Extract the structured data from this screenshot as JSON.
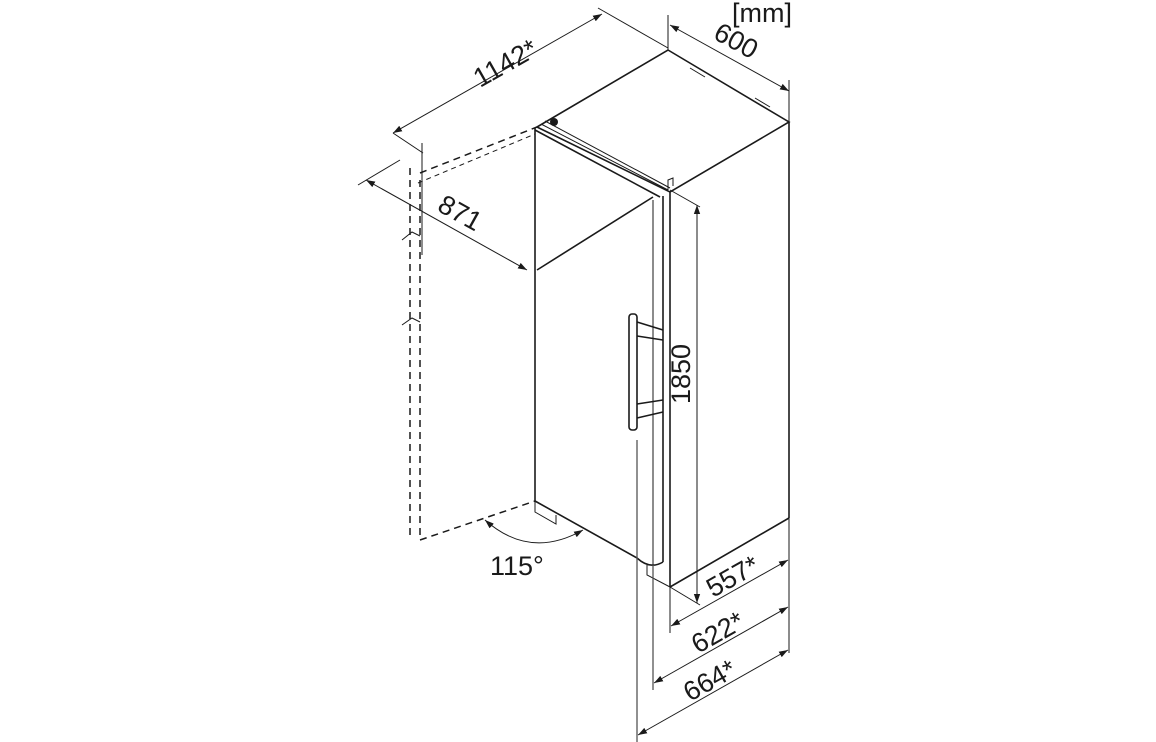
{
  "unit_label": "[mm]",
  "dimensions": {
    "overall_depth_door_open": "1142*",
    "width": "600",
    "door_swing_clearance": "871",
    "height": "1850",
    "depth_body": "557*",
    "depth_with_door": "622*",
    "depth_with_handle": "664*",
    "door_opening_angle": "115°"
  }
}
